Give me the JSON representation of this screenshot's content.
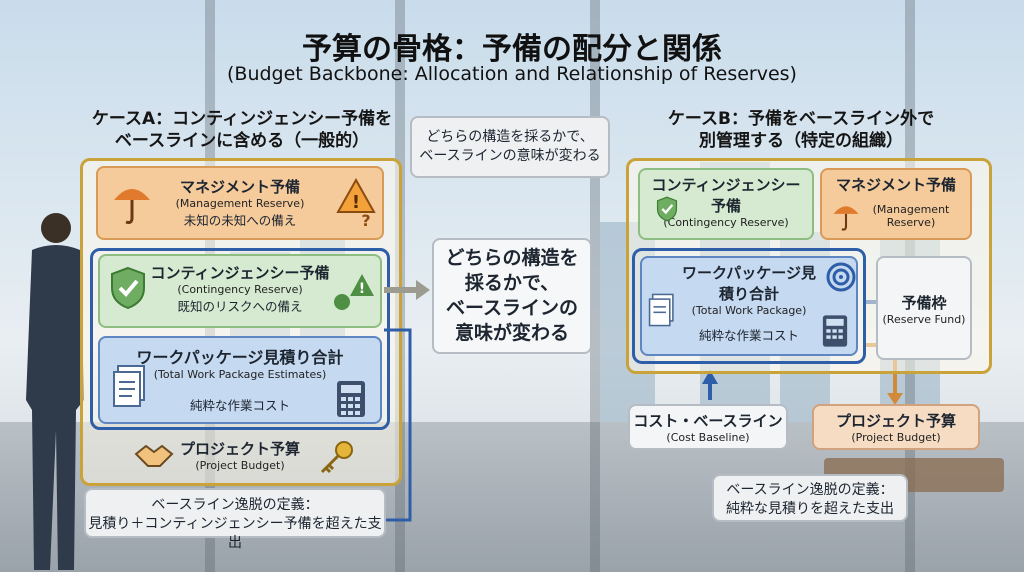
{
  "title": "予算の骨格：予備の配分と関係",
  "subtitle": "(Budget Backbone: Allocation and Relationship of Reserves)",
  "case_a": {
    "heading_line1": "ケースA：コンティンジェンシー予備を",
    "heading_line2": "ベースラインに含める（一般的）",
    "management": {
      "jp": "マネジメント予備",
      "en": "(Management Reserve)",
      "desc": "未知の未知への備え"
    },
    "contingency": {
      "jp": "コンティンジェンシー予備",
      "en": "(Contingency Reserve)",
      "desc": "既知のリスクへの備え"
    },
    "work_package": {
      "jp": "ワークパッケージ見積り合計",
      "en": "(Total Work Package Estimates)",
      "desc": "純粋な作業コスト"
    },
    "project_budget": {
      "jp": "プロジェクト予算",
      "en": "(Project Budget)"
    },
    "definition": {
      "line1": "ベースライン逸脱の定義：",
      "line2": "見積り＋コンティンジェンシー予備を超えた支出"
    }
  },
  "center": {
    "top_line1": "どちらの構造を採るかで、",
    "top_line2": "ベースラインの意味が変わる",
    "main_line1": "どちらの構造を",
    "main_line2": "採るかで、",
    "main_line3": "ベースラインの",
    "main_line4": "意味が変わる"
  },
  "case_b": {
    "heading_line1": "ケースB：予備をベースライン外で",
    "heading_line2": "別管理する（特定の組織）",
    "contingency": {
      "jp1": "コンティンジェンシー",
      "jp2": "予備",
      "en": "(Contingency Reserve)"
    },
    "management": {
      "jp": "マネジメント予備",
      "en1": "(Management",
      "en2": "Reserve)"
    },
    "work_package": {
      "jp1": "ワークパッケージ見",
      "jp2": "積り合計",
      "en": "(Total Work Package)",
      "desc": "純粋な作業コスト"
    },
    "reserve_fund": {
      "jp": "予備枠",
      "en": "(Reserve Fund)"
    },
    "cost_baseline": {
      "jp": "コスト・ベースライン",
      "en": "(Cost Baseline)"
    },
    "project_budget": {
      "jp": "プロジェクト予算",
      "en": "(Project Budget)"
    },
    "definition": {
      "line1": "ベースライン逸脱の定義：",
      "line2": "純粋な見積りを超えた支出"
    }
  },
  "colors": {
    "outer_gold": "#c9a23a",
    "blue_frame": "#2f5ea8",
    "orange": "#f6cb9c",
    "green": "#d5ead0",
    "blue": "#c5d9f1"
  },
  "icons": [
    "umbrella-icon",
    "warning-icon",
    "shield-check-icon",
    "document-icon",
    "calculator-icon",
    "handshake-icon",
    "key-icon",
    "target-icon"
  ]
}
